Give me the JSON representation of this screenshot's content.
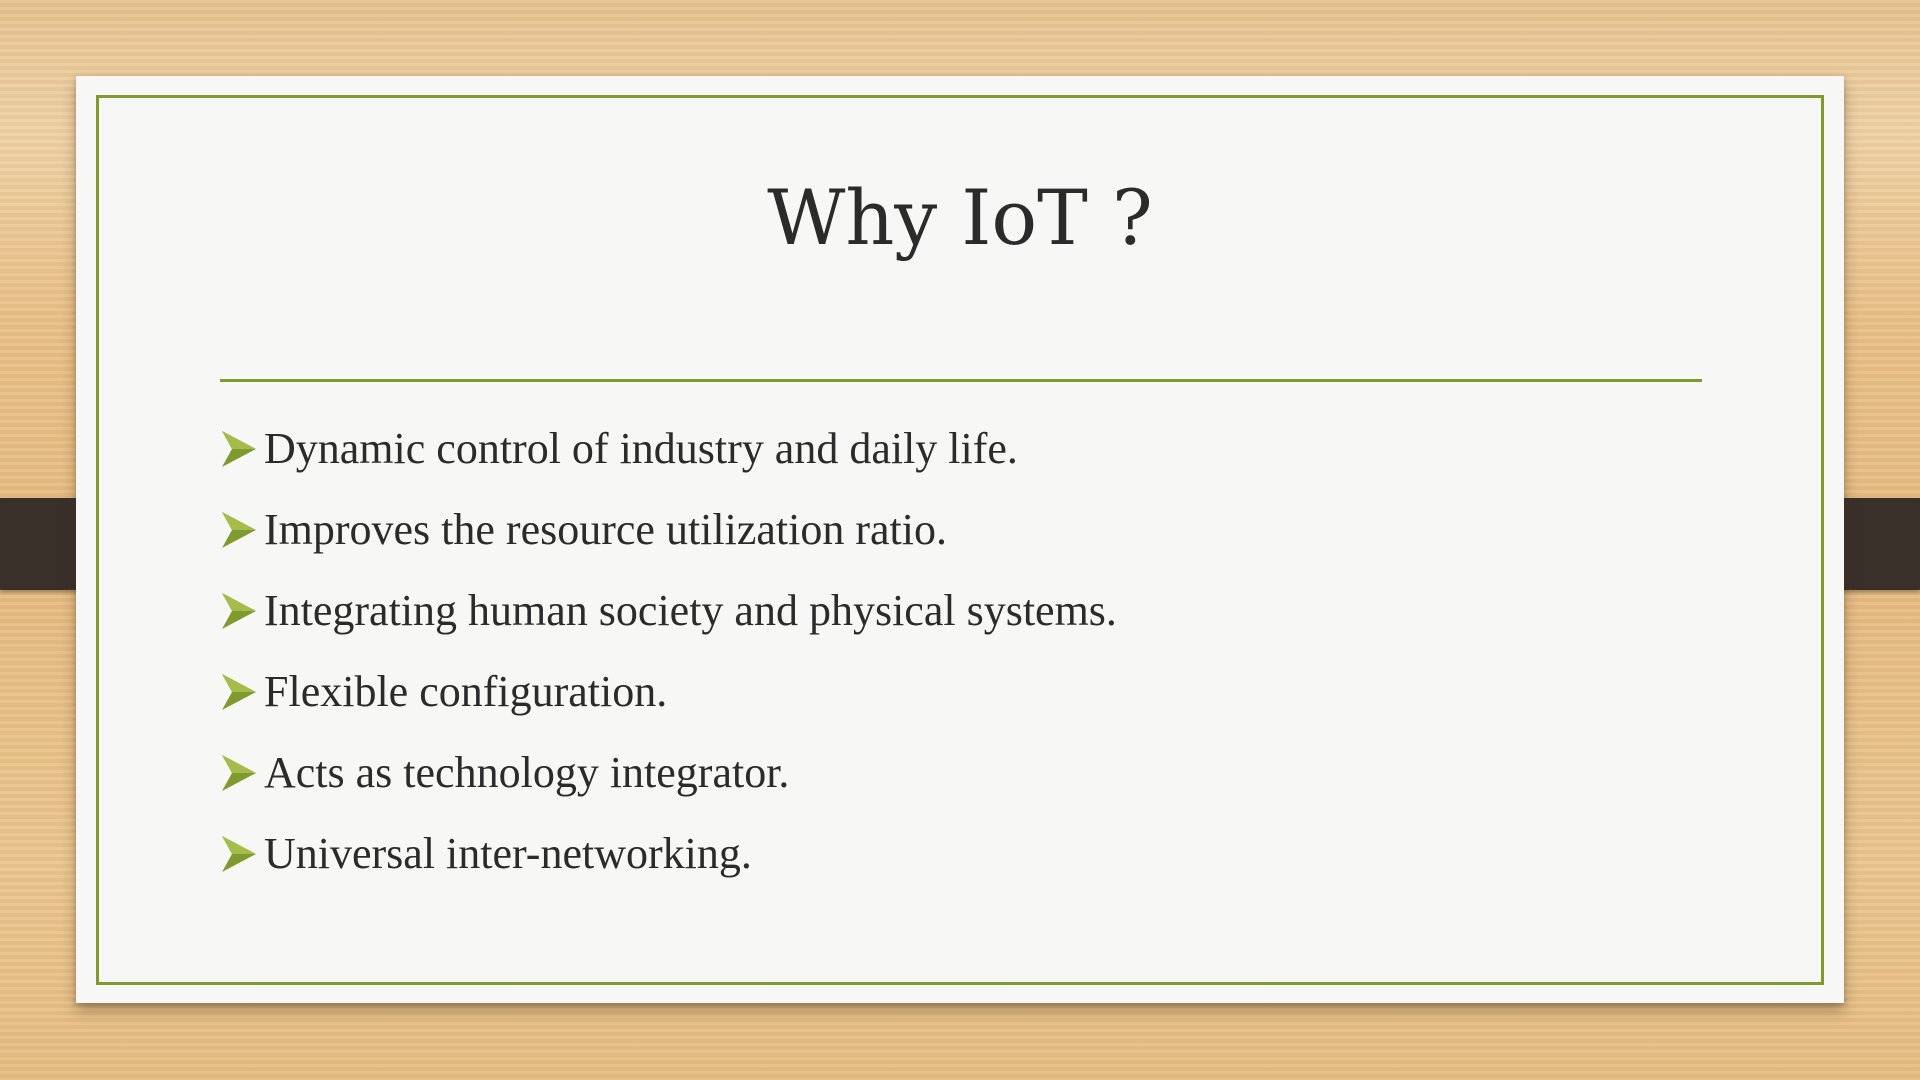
{
  "slide": {
    "title": "Why IoT ?",
    "bullet_icon": "arrow-bullet-icon",
    "accent_color": "#7f9a2e",
    "bullets": [
      "Dynamic control of industry and daily life.",
      "Improves the resource utilization ratio.",
      "Integrating human society and physical systems.",
      "Flexible configuration.",
      "Acts as technology integrator.",
      "Universal inter-networking."
    ]
  }
}
